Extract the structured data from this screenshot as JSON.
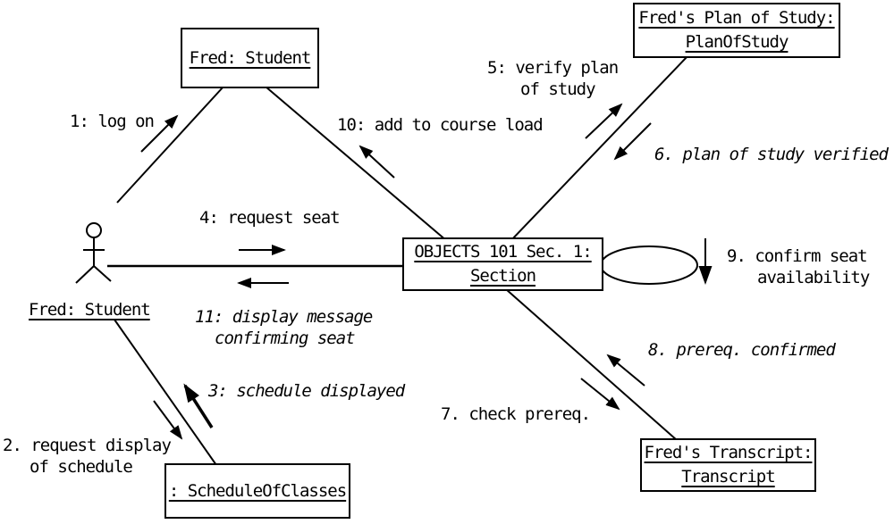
{
  "objects": {
    "student_box": {
      "line1": "Fred: Student"
    },
    "plan_of_study_box": {
      "line1": "Fred's Plan of Study:",
      "line2": "PlanOfStudy"
    },
    "section_box": {
      "line1": "OBJECTS 101 Sec. 1:",
      "line2": "Section"
    },
    "schedule_box": {
      "line1": ": ScheduleOfClasses"
    },
    "transcript_box": {
      "line1": "Fred's Transcript:",
      "line2": "Transcript"
    },
    "actor": {
      "label": "Fred: Student"
    }
  },
  "messages": {
    "m1": {
      "text": "1: log on"
    },
    "m2": {
      "line1": "2. request display",
      "line2": "of schedule"
    },
    "m3": {
      "text": "3: schedule displayed"
    },
    "m4": {
      "text": "4: request seat"
    },
    "m5": {
      "line1": "5: verify plan",
      "line2": "of study"
    },
    "m6": {
      "text": "6. plan of study verified"
    },
    "m7": {
      "text": "7. check prereq."
    },
    "m8": {
      "text": "8. prereq. confirmed"
    },
    "m9": {
      "line1": "9. confirm seat",
      "line2": "availability"
    },
    "m10": {
      "text": "10: add to course load"
    },
    "m11": {
      "line1": "11: display message",
      "line2": "confirming seat"
    }
  },
  "colors": {
    "ink": "#000000",
    "background": "#ffffff"
  }
}
